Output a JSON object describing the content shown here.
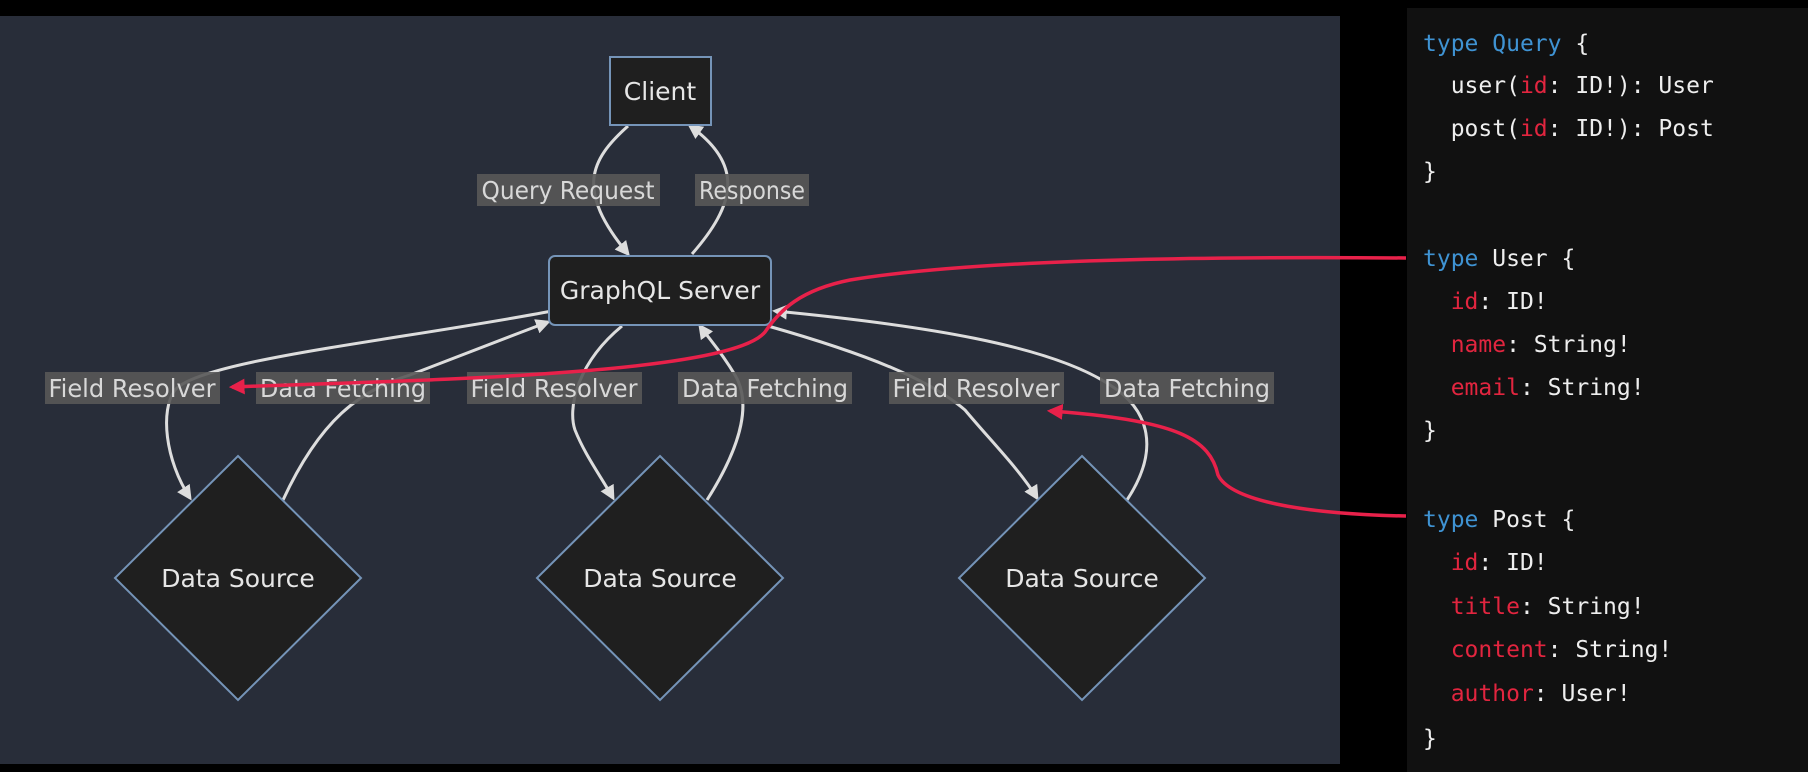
{
  "colors": {
    "diagram_bg": "#282d39",
    "code_bg": "#111111",
    "node_fill": "#1f1f1f",
    "node_stroke": "#7594b8",
    "edge": "#dddddd",
    "highlight_arrow": "#e8214a",
    "keyword": "#3f93d3",
    "field": "#e2253f"
  },
  "diagram": {
    "nodes": {
      "client": "Client",
      "server": "GraphQL Server",
      "source_1": "Data Source",
      "source_2": "Data Source",
      "source_3": "Data Source"
    },
    "edges": {
      "query_request": "Query Request",
      "response": "Response",
      "field_resolver_1": "Field Resolver",
      "data_fetching_1": "Data Fetching",
      "field_resolver_2": "Field Resolver",
      "data_fetching_2": "Data Fetching",
      "field_resolver_3": "Field Resolver",
      "data_fetching_3": "Data Fetching"
    }
  },
  "schema": {
    "query": {
      "keyword": "type",
      "name": "Query",
      "open": " {",
      "fields": [
        {
          "indent": "  ",
          "pre": "user(",
          "name": "id",
          "post": ": ID!): User"
        },
        {
          "indent": "  ",
          "pre": "post(",
          "name": "id",
          "post": ": ID!): Post"
        }
      ],
      "close": "}"
    },
    "user": {
      "keyword": "type",
      "name": " User",
      "open": " {",
      "fields": [
        {
          "indent": "  ",
          "pre": "",
          "name": "id",
          "post": ": ID!"
        },
        {
          "indent": "  ",
          "pre": "",
          "name": "name",
          "post": ": String!"
        },
        {
          "indent": "  ",
          "pre": "",
          "name": "email",
          "post": ": String!"
        }
      ],
      "close": "}"
    },
    "post": {
      "keyword": "type",
      "name": " Post",
      "open": " {",
      "fields": [
        {
          "indent": "  ",
          "pre": "",
          "name": "id",
          "post": ": ID!"
        },
        {
          "indent": "  ",
          "pre": "",
          "name": "title",
          "post": ": String!"
        },
        {
          "indent": "  ",
          "pre": "",
          "name": "content",
          "post": ": String!"
        },
        {
          "indent": "  ",
          "pre": "",
          "name": "author",
          "post": ": User!"
        }
      ],
      "close": "}"
    }
  }
}
